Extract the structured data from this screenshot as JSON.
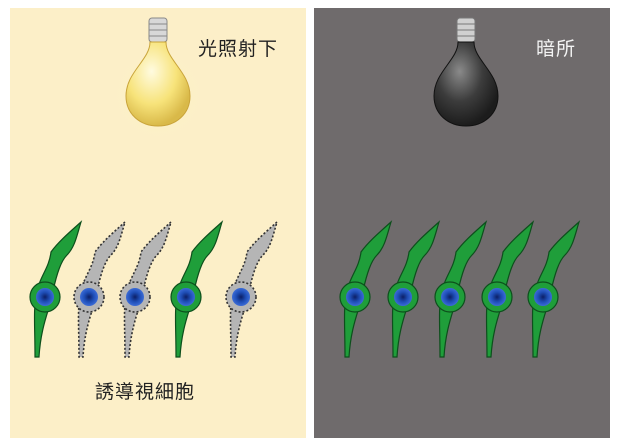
{
  "panels": {
    "light": {
      "title": "光照射下",
      "caption": "誘導視細胞",
      "background": "#fcefc8"
    },
    "dark": {
      "title": "暗所",
      "background": "#6f6b6c"
    }
  },
  "colors": {
    "active_cell_fill": "#1f9e3a",
    "active_cell_stroke": "#0d4f1c",
    "inactive_cell_fill": "#b5b5b5",
    "inactive_cell_stroke": "#333333",
    "nucleus": "#1f4fb8",
    "bulb_lit": "#f7e37a",
    "bulb_unlit": "#3c3c3c"
  },
  "icons": [
    "light-bulb-lit-icon",
    "light-bulb-unlit-icon"
  ],
  "cells": {
    "light": [
      "active",
      "inactive",
      "inactive",
      "active",
      "inactive"
    ],
    "dark": [
      "active",
      "active",
      "active",
      "active",
      "active"
    ]
  }
}
